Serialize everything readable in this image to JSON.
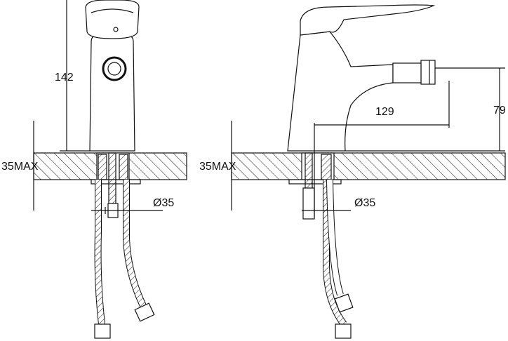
{
  "front_view": {
    "height_label": "142",
    "countertop_label": "35MAX",
    "hole_label": "Ø35"
  },
  "side_view": {
    "reach_label": "129",
    "spout_height_label": "79",
    "countertop_label": "35MAX",
    "hole_label": "Ø35"
  },
  "colors": {
    "line": "#111111",
    "background": "#ffffff"
  }
}
